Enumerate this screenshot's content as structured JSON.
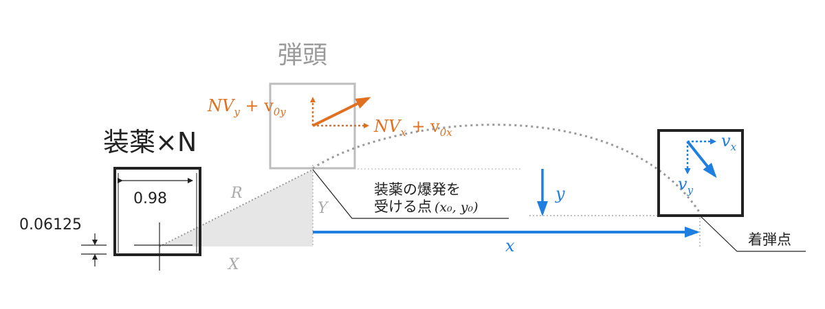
{
  "warhead_label": "弾頭",
  "charge_label": "装薬×N",
  "charge_width": "0.98",
  "charge_offset": "0.06125",
  "launch_point_label_line1": "装薬の爆発を",
  "launch_point_label_line2": "受ける点",
  "launch_point_coords": "(x₀, y₀)",
  "impact_label": "着弾点",
  "geom_R": "R",
  "geom_X": "X",
  "geom_Y": "Y",
  "vel_y_main": "NV",
  "vel_y_sub": "y",
  "vel_y_plus": " + v",
  "vel_y_sub2": "0y",
  "vel_x_main": "NV",
  "vel_x_sub": "x",
  "vel_x_plus": " + v",
  "vel_x_sub2": "0x",
  "disp_x": "x",
  "disp_y": "y",
  "impact_vx": "v",
  "impact_vx_sub": "x",
  "impact_vy": "v",
  "impact_vy_sub": "y",
  "colors": {
    "orange": "#e0701f",
    "blue": "#1f7fe0",
    "gray": "#b3b3b3",
    "dark": "#222222"
  }
}
